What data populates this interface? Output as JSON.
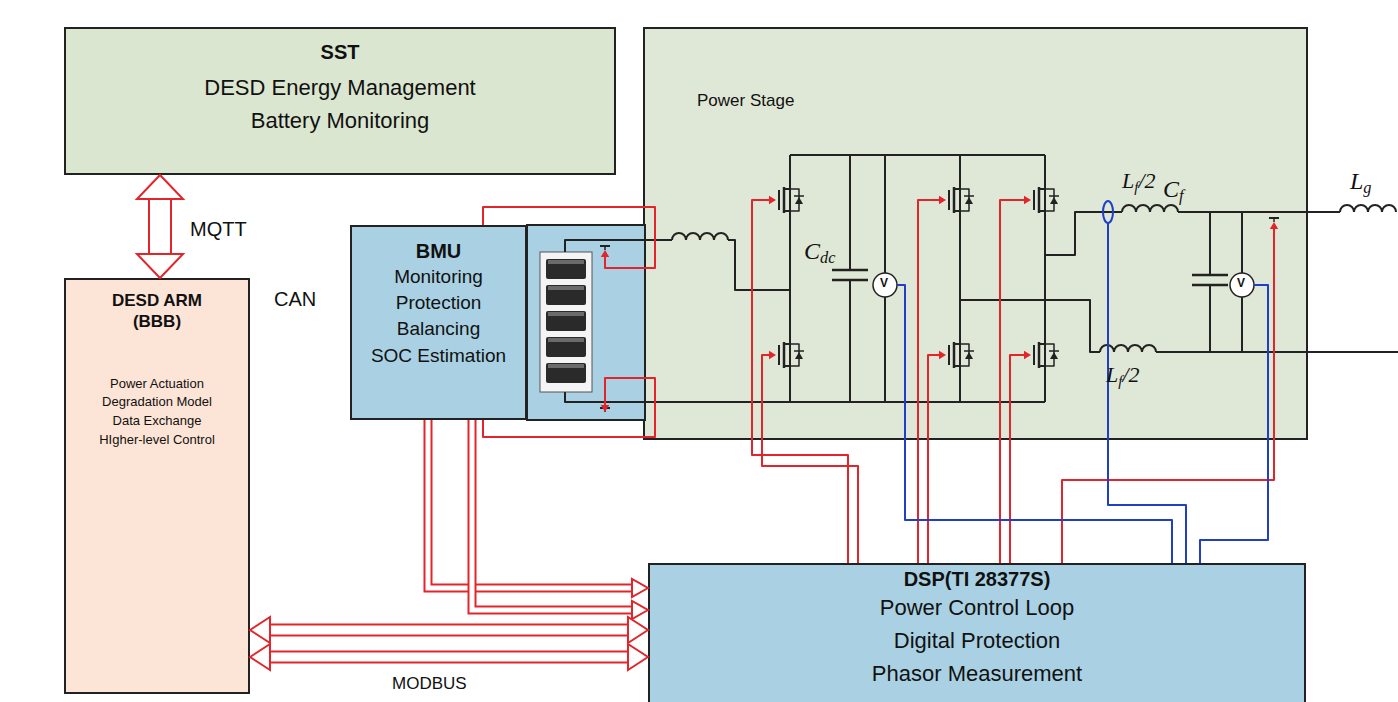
{
  "diagram": {
    "nodes": [
      {
        "text": [
          "SST",
          "DESD Energy Management Battery Monitoring"
        ]
      },
      {
        "text": [
          "DESD ARM (BBB)",
          "Power Actuation Degradation Model Data Exchange HIgher-level Control"
        ]
      },
      {
        "text": [
          "BMU",
          "Monitoring Protection Balancing SOC Estimation"
        ]
      },
      {
        "text": [
          "Power Stage"
        ]
      },
      {
        "text": [
          "DSP(TI 28377S)",
          "Power Control Loop Digital Protection Phasor Measurement"
        ]
      }
    ],
    "edges": [
      {
        "from": 0,
        "to": 1,
        "label": "MQTT",
        "arrow": "both"
      },
      {
        "from": 2,
        "to": 4,
        "arrow": "to"
      },
      {
        "from": 2,
        "to": 4,
        "arrow": "to"
      },
      {
        "from": 1,
        "to": 4,
        "arrow": "both"
      },
      {
        "from": 1,
        "to": 4,
        "label": "MODBUS",
        "arrow": "both"
      }
    ],
    "labels": [
      "CAN",
      "Cdc",
      "V",
      "Lf/2",
      "Cf",
      "V",
      "Lg",
      "Lf/2"
    ]
  }
}
